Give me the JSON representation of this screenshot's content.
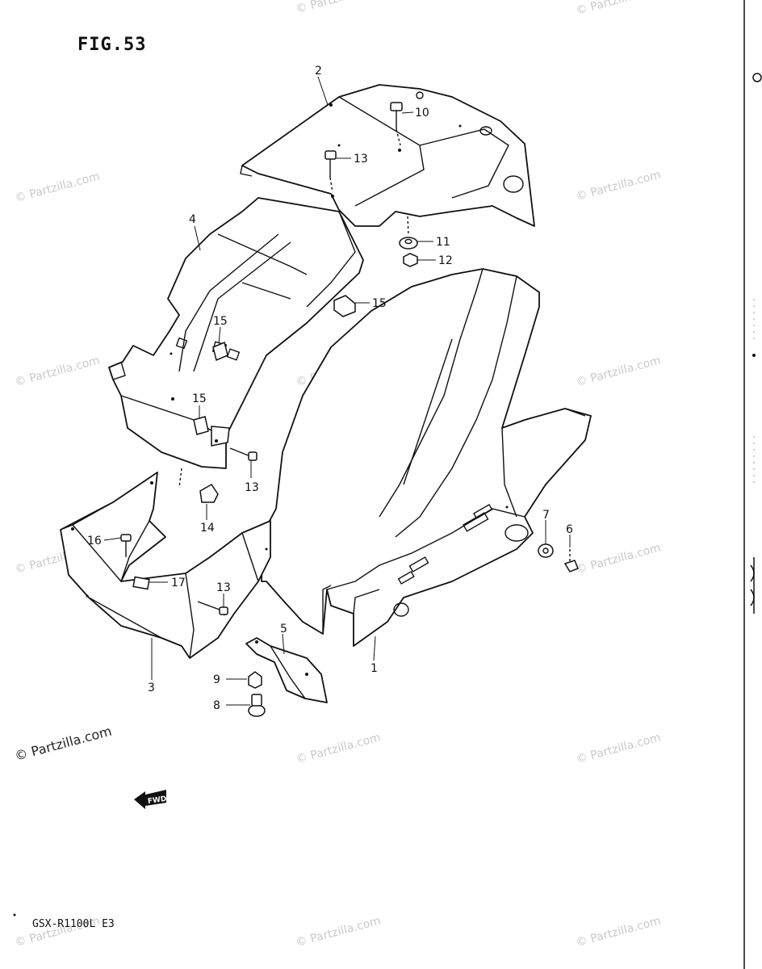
{
  "figure": {
    "title": "FIG.53",
    "model_code": "GSX-R1100L E3",
    "fwd_label": "FWD"
  },
  "watermark": {
    "text": "© Partzilla.com",
    "strong_text": "© Partzilla.com"
  },
  "callouts": [
    {
      "label": "1"
    },
    {
      "label": "2"
    },
    {
      "label": "3"
    },
    {
      "label": "4"
    },
    {
      "label": "5"
    },
    {
      "label": "6"
    },
    {
      "label": "7"
    },
    {
      "label": "8"
    },
    {
      "label": "9"
    },
    {
      "label": "10"
    },
    {
      "label": "11"
    },
    {
      "label": "12"
    },
    {
      "label": "13"
    },
    {
      "label": "13"
    },
    {
      "label": "13"
    },
    {
      "label": "14"
    },
    {
      "label": "15"
    },
    {
      "label": "15"
    },
    {
      "label": "15"
    },
    {
      "label": "16"
    },
    {
      "label": "17"
    }
  ],
  "colors": {
    "line": "#111111",
    "background": "#ffffff",
    "watermark": "#c9c9c9"
  }
}
